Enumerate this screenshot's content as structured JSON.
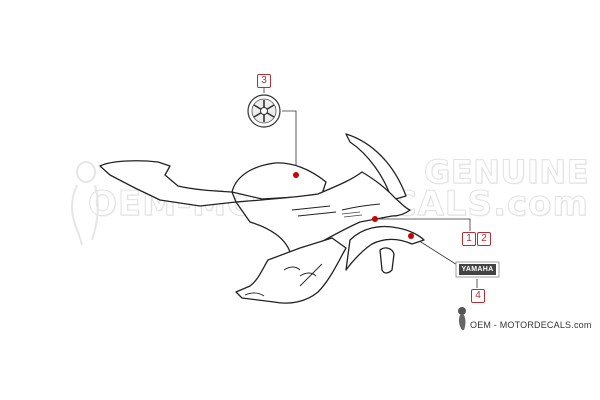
{
  "watermark": {
    "genuine": "GENUINE",
    "url": "OEM-MOTORDECALS.com"
  },
  "callouts": [
    "1",
    "2",
    "3",
    "4"
  ],
  "decal_text": "YAMAHA",
  "footer": {
    "brand": "OEM - MOTORDECALS.com"
  },
  "colors": {
    "outline": "#222222",
    "callout": "#b0303a",
    "dot": "#cc0000",
    "watermark": "#e2e2e2"
  },
  "icons": [
    "yamaha-tuning-fork-emblem-icon",
    "oem-logo-figure-icon"
  ]
}
